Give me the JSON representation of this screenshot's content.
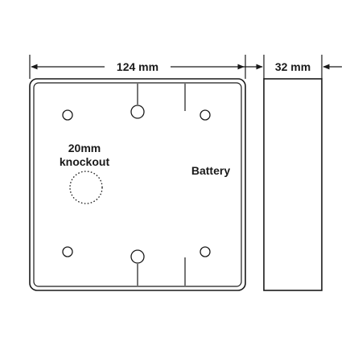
{
  "dimensions": {
    "width_label": "124 mm",
    "depth_label": "32 mm"
  },
  "labels": {
    "knockout_line1": "20mm",
    "knockout_line2": "knockout",
    "battery": "Battery"
  },
  "colors": {
    "stroke": "#1a1a1a",
    "background": "#ffffff"
  }
}
